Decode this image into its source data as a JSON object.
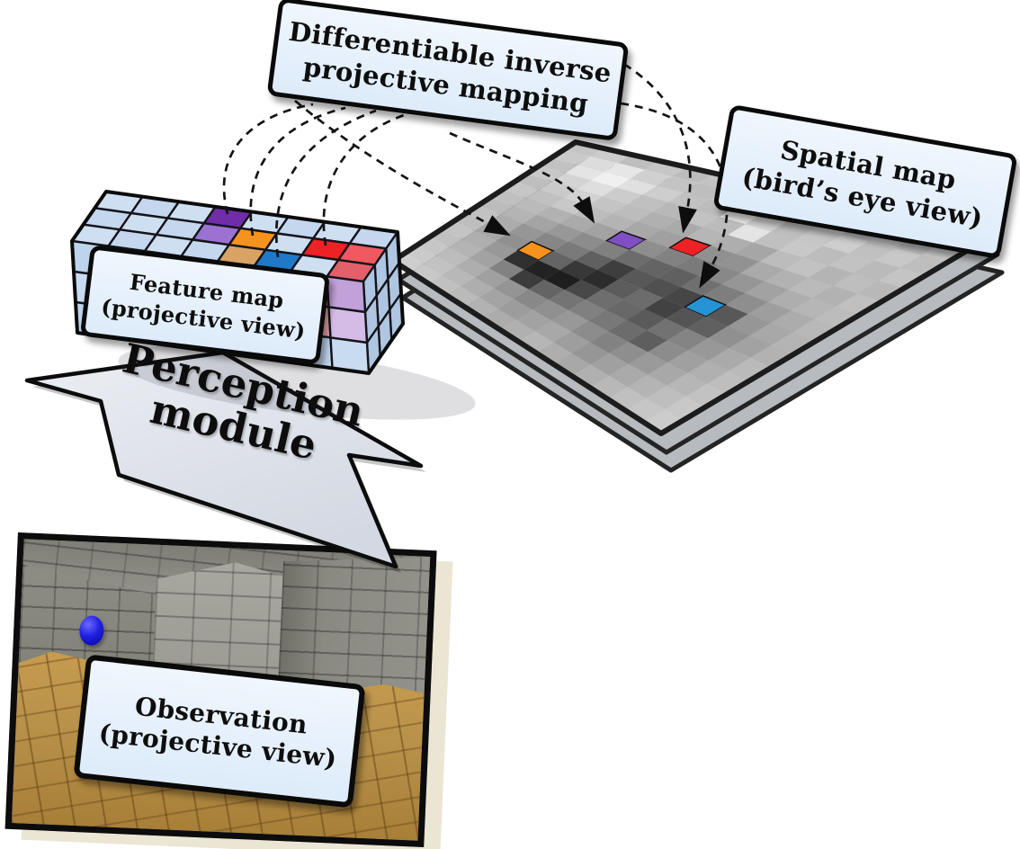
{
  "figure": {
    "type": "architecture-diagram",
    "topic": "differentiable mapping from projective observation to spatial map"
  },
  "labels": {
    "mapping": {
      "line1": "Differentiable inverse",
      "line2": "projective mapping"
    },
    "spatial": {
      "line1": "Spatial map",
      "line2": "(bird’s eye view)"
    },
    "feature": {
      "line1": "Feature map",
      "line2": "(projective view)"
    },
    "perception": {
      "line1": "Perception",
      "line2": "module"
    },
    "observation": {
      "line1": "Observation",
      "line2": "(projective view)"
    }
  },
  "colors": {
    "dash": "#141414",
    "arrow_head": "#0d0d0d",
    "map_border": "#1c1c1c",
    "sheet_fill": "#b7babe",
    "sheet_stroke": "#242424",
    "orange": "#F6921E",
    "purple": "#7F4FC3",
    "red": "#EE2224",
    "blue": "#2693D5",
    "cube_base_top": "#cfdff2",
    "cube_base_top_alt": "#c4d7ee",
    "cube_base_front": "#bed3ec",
    "cube_base_front_alt": "#c9dbf0",
    "cube_base_side": "#afc6e2",
    "cube_stroke": "#14141a",
    "hull_stroke": "#0b0b0b",
    "cube_purple": "#6F2DA8",
    "cube_purple_light": "#9B72D2",
    "cube_orange": "#F6921E",
    "cube_tan": "#D8A365",
    "cube_tan_light": "#CDA27E",
    "cube_blue": "#1F78C8",
    "cube_blue_mid": "#5B97D4",
    "cube_red": "#EE2224",
    "cube_red_light": "#F0595F",
    "cube_rose": "#E2606A",
    "cube_rose_light": "#EDA4AB",
    "cube_lilac": "#C2A0D8",
    "cube_lilac_light": "#D4BCE6",
    "arrow_fill_light": "#eceef3",
    "arrow_fill_dark": "#d3d8e2",
    "arrow_stroke": "#0c0c0c",
    "obs_backing": "#eae6d3"
  },
  "spatial_map": {
    "grid_size": 15,
    "sheets_behind": 2,
    "gray_values": [
      [
        196,
        204,
        190,
        198,
        188,
        196,
        205,
        192,
        200,
        188,
        196,
        204,
        190,
        198,
        192
      ],
      [
        202,
        220,
        230,
        208,
        196,
        190,
        200,
        212,
        196,
        202,
        210,
        192,
        200,
        188,
        200
      ],
      [
        194,
        228,
        240,
        224,
        206,
        194,
        188,
        235,
        210,
        190,
        198,
        206,
        192,
        200,
        190
      ],
      [
        200,
        212,
        222,
        204,
        192,
        184,
        194,
        188,
        228,
        192,
        200,
        188,
        194,
        186,
        196
      ],
      [
        190,
        202,
        210,
        196,
        188,
        176,
        170,
        182,
        174,
        166,
        188,
        194,
        180,
        190,
        184
      ],
      [
        198,
        192,
        200,
        188,
        180,
        168,
        160,
        152,
        144,
        146,
        170,
        178,
        186,
        178,
        192
      ],
      [
        192,
        186,
        178,
        170,
        162,
        150,
        142,
        130,
        122,
        136,
        150,
        162,
        174,
        182,
        188
      ],
      [
        188,
        180,
        164,
        152,
        140,
        128,
        108,
        100,
        96,
        112,
        126,
        142,
        158,
        172,
        184
      ],
      [
        194,
        172,
        150,
        134,
        122,
        96,
        62,
        88,
        80,
        70,
        98,
        88,
        150,
        168,
        180
      ],
      [
        190,
        166,
        144,
        126,
        100,
        56,
        44,
        92,
        108,
        66,
        84,
        96,
        144,
        162,
        178
      ],
      [
        196,
        174,
        152,
        48,
        34,
        30,
        72,
        110,
        104,
        90,
        114,
        132,
        152,
        170,
        186
      ],
      [
        192,
        180,
        162,
        130,
        60,
        100,
        116,
        128,
        120,
        108,
        94,
        140,
        160,
        176,
        190
      ],
      [
        198,
        188,
        174,
        160,
        148,
        136,
        144,
        152,
        140,
        130,
        142,
        154,
        168,
        182,
        194
      ],
      [
        202,
        194,
        184,
        174,
        164,
        156,
        162,
        168,
        158,
        150,
        160,
        170,
        180,
        190,
        200
      ],
      [
        206,
        200,
        192,
        186,
        178,
        172,
        176,
        182,
        174,
        168,
        176,
        184,
        192,
        198,
        204
      ]
    ],
    "highlight_cells": [
      {
        "col": 3,
        "row": 9,
        "color_key": "orange"
      },
      {
        "col": 5,
        "row": 6,
        "color_key": "purple"
      },
      {
        "col": 7,
        "row": 5,
        "color_key": "red"
      },
      {
        "col": 10,
        "row": 8,
        "color_key": "blue"
      }
    ]
  },
  "feature_map": {
    "cols": 8,
    "depth": 3,
    "height": 3,
    "top_cells": [
      {
        "r": 0,
        "c": 3,
        "color_key": "cube_purple"
      },
      {
        "r": 1,
        "c": 3,
        "color_key": "cube_purple_light"
      },
      {
        "r": 1,
        "c": 4,
        "color_key": "cube_orange"
      },
      {
        "r": 2,
        "c": 4,
        "color_key": "cube_tan"
      },
      {
        "r": 2,
        "c": 5,
        "color_key": "cube_blue"
      },
      {
        "r": 1,
        "c": 6,
        "color_key": "cube_red"
      },
      {
        "r": 1,
        "c": 7,
        "color_key": "cube_red_light"
      },
      {
        "r": 2,
        "c": 7,
        "color_key": "cube_rose"
      }
    ],
    "front_cells": [
      {
        "r": 0,
        "c": 4,
        "color_key": "cube_tan"
      },
      {
        "r": 1,
        "c": 4,
        "color_key": "cube_tan_light"
      },
      {
        "r": 2,
        "c": 4,
        "color_key": "cube_blue"
      },
      {
        "r": 0,
        "c": 5,
        "color_key": "cube_blue"
      },
      {
        "r": 1,
        "c": 5,
        "color_key": "cube_blue_mid"
      },
      {
        "r": 0,
        "c": 6,
        "color_key": "cube_rose"
      },
      {
        "r": 1,
        "c": 6,
        "color_key": "cube_rose_light"
      },
      {
        "r": 0,
        "c": 7,
        "color_key": "cube_lilac"
      },
      {
        "r": 1,
        "c": 7,
        "color_key": "cube_lilac_light"
      }
    ]
  }
}
